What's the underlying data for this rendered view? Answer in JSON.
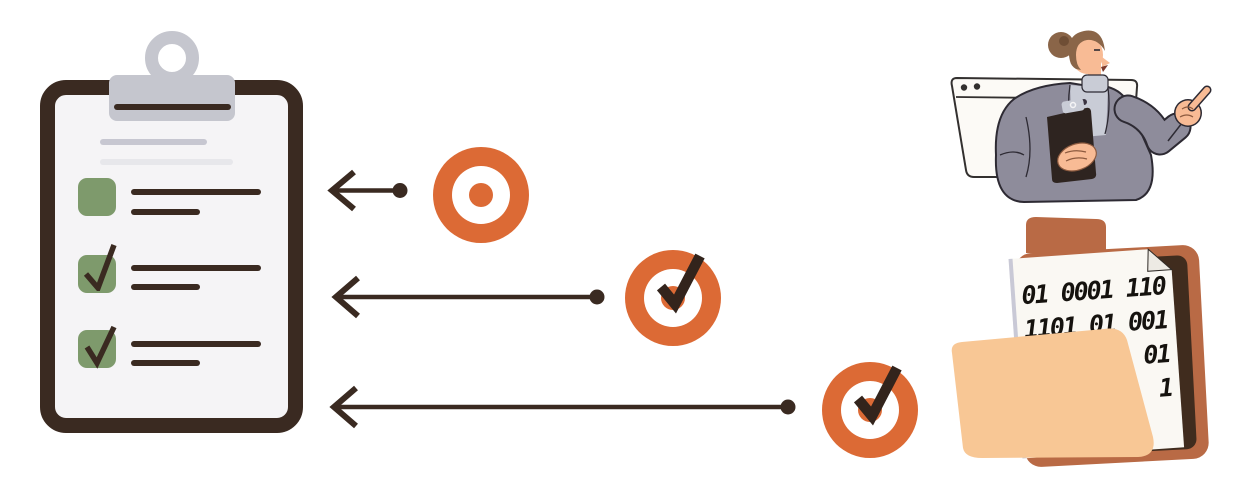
{
  "scene": {
    "background": "#ffffff",
    "description": "Illustration: three completed bullseye items flowing by arrows into a checklist clipboard; a woman presenter leaning out of a browser window pointing right; an open folder holding a binary-code document"
  },
  "palette": {
    "ink_dark_brown": "#3a2a21",
    "checkbox_green": "#7e9a6c",
    "badge_orange": "#dc6a35",
    "clip_gray": "#c5c6ce",
    "clipboard_paper": "#f5f4f6",
    "rule_gray_dark": "#c7c7d1",
    "rule_gray_light": "#e7e7eb",
    "folder_back_terracotta": "#b96a45",
    "folder_interior_brown": "#402c1e",
    "folder_front_peach": "#f8c795",
    "document_white": "#faf8f3",
    "skin_peach": "#f8bb95",
    "cardigan_gray": "#8e8c9b",
    "shirt_gray": "#c9ccd6",
    "hair_brown": "#8a6548"
  },
  "clipboard": {
    "header_rule_count": 2,
    "items": [
      {
        "checked": false
      },
      {
        "checked": true
      },
      {
        "checked": true
      }
    ]
  },
  "connectors": [
    {
      "badge": "bullseye",
      "has_check": false
    },
    {
      "badge": "bullseye",
      "has_check": true
    },
    {
      "badge": "bullseye",
      "has_check": true
    }
  ],
  "folder": {
    "binary_lines": [
      "01 0001 110",
      "1101 01 001",
      "01",
      "1"
    ]
  }
}
